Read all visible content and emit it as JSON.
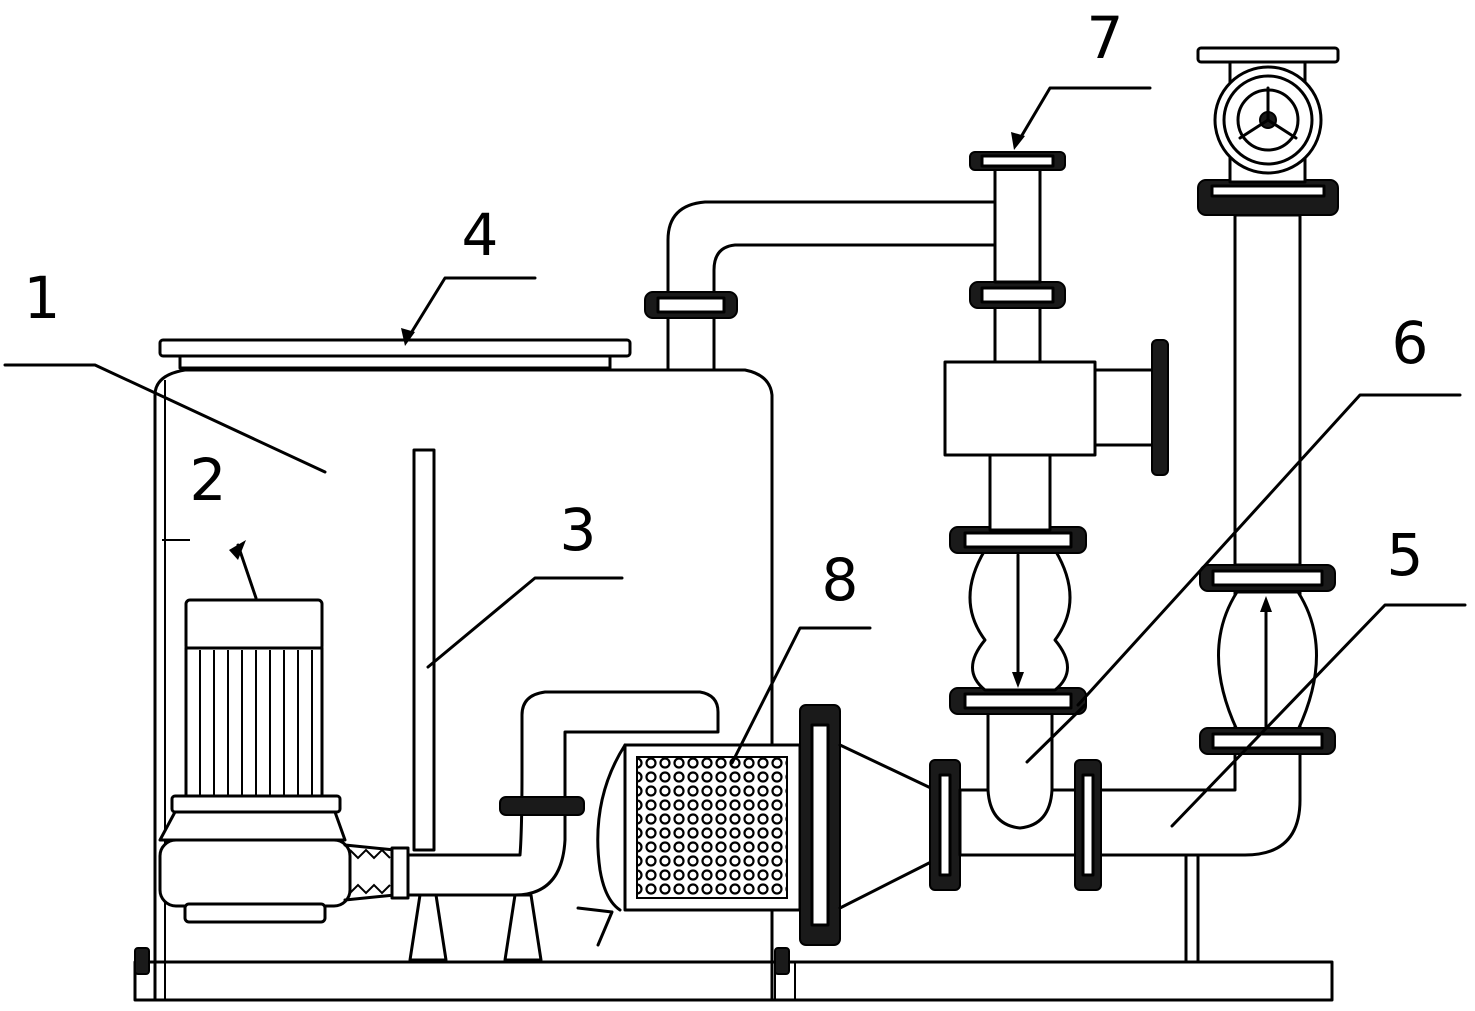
{
  "diagram": {
    "labels": [
      {
        "id": "1",
        "text": "1"
      },
      {
        "id": "2",
        "text": "2"
      },
      {
        "id": "3",
        "text": "3"
      },
      {
        "id": "4",
        "text": "4"
      },
      {
        "id": "5",
        "text": "5"
      },
      {
        "id": "6",
        "text": "6"
      },
      {
        "id": "7",
        "text": "7"
      },
      {
        "id": "8",
        "text": "8"
      }
    ]
  }
}
